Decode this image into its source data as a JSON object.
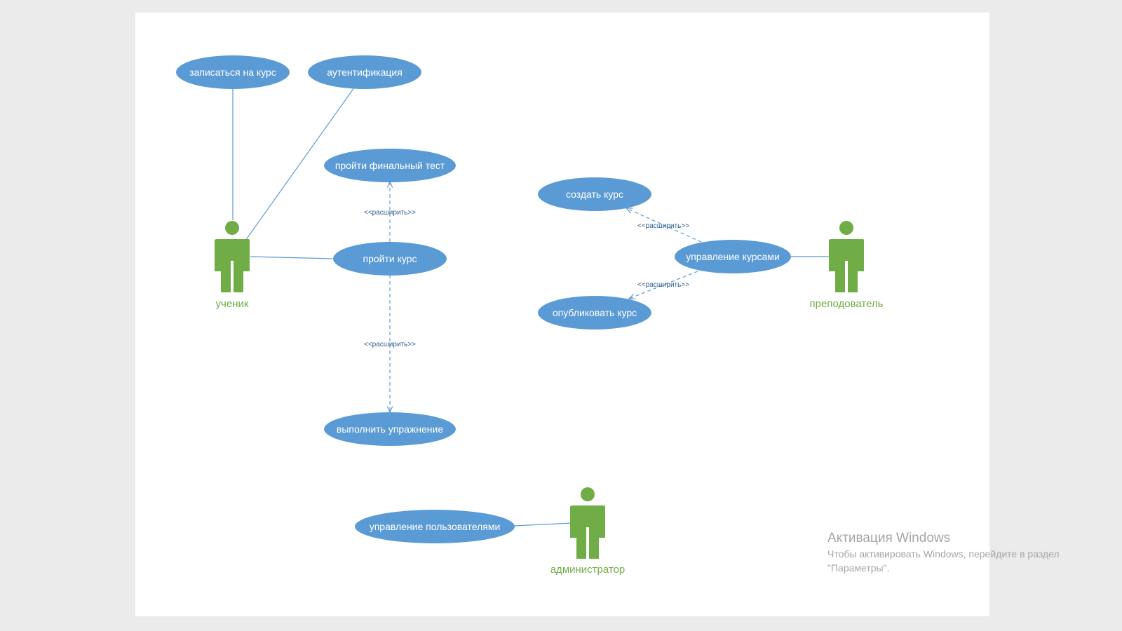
{
  "diagram": {
    "use_cases": {
      "enroll": "записаться на курс",
      "auth": "аутентификация",
      "final_test": "пройти финальный тест",
      "take_course": "пройти курс",
      "exercise": "выполнить упражнение",
      "create_course": "создать курс",
      "manage_courses": "управление курсами",
      "publish_course": "опубликовать курс",
      "manage_users": "управление пользователями"
    },
    "actors": {
      "student": "ученик",
      "teacher": "преподователь",
      "admin": "администратор"
    },
    "extends": {
      "final_test": "<<расширить>>",
      "exercise": "<<расширить>>",
      "create_course": "<<расширить>>",
      "publish_course": "<<расширить>>"
    },
    "colors": {
      "use_case_fill": "#5b9bd5",
      "actor_fill": "#70ad47",
      "line": "#5b9bd5",
      "page": "#ffffff",
      "background": "#ebebeb"
    }
  },
  "watermark": {
    "title": "Активация Windows",
    "line1": "Чтобы активировать Windows, перейдите в раздел",
    "line2": "\"Параметры\"."
  }
}
